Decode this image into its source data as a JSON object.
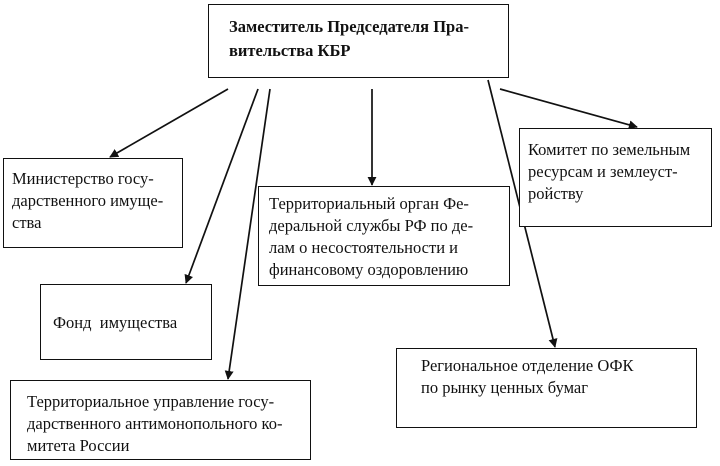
{
  "top_box": {
    "lines": [
      "Заместитель Председателя Пра-",
      "вительства КБР"
    ]
  },
  "ministry_box": {
    "lines": [
      "Министерство госу-",
      "дарственного имуще-",
      "ства"
    ]
  },
  "fund_box": {
    "lines": [
      "Фонд  имущества"
    ]
  },
  "antimonopoly_box": {
    "lines": [
      "Территориальное управление госу-",
      "дарственного антимонопольного ко-",
      "митета России"
    ]
  },
  "bankruptcy_box": {
    "lines": [
      "Территориальный орган Фе-",
      "деральной службы РФ по де-",
      "лам о несостоятельности и",
      "финансовому оздоровлению"
    ]
  },
  "land_box": {
    "lines": [
      "Комитет по земельным",
      "ресурсам и землеуст-",
      "ройству"
    ]
  },
  "securities_box": {
    "lines": [
      "Региональное отделение ОФК",
      "по рынку ценных бумаг"
    ]
  }
}
